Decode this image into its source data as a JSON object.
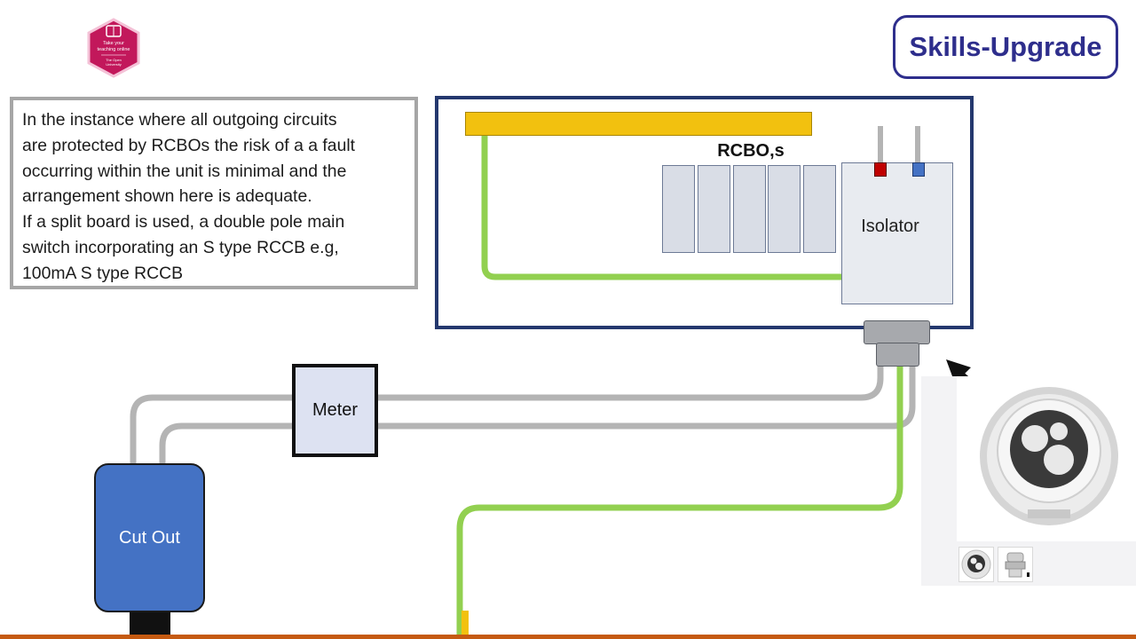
{
  "badge": {
    "line1": "Take your",
    "line2": "teaching online",
    "org1": "The Open",
    "org2": "University",
    "color": "#c2185b"
  },
  "brand": {
    "label": "Skills-Upgrade",
    "color": "#2e2e8c"
  },
  "info_text": {
    "lines": [
      "In the instance where all outgoing circuits",
      "are protected by RCBOs the risk of a a fault",
      "occurring within the unit is minimal and the",
      "arrangement  shown here is adequate.",
      "If a split board is used, a double pole main",
      "switch incorporating an S type RCCB e.g,",
      "100mA  S type RCCB"
    ]
  },
  "diagram": {
    "rcbo_label": "RCBO,s",
    "isolator_label": "Isolator",
    "meter_label": "Meter",
    "cutout_label": "Cut Out",
    "colors": {
      "enclosure": "#24386e",
      "busbar": "#f2c10f",
      "earth_cable": "#92d050",
      "tails": "#b4b4b4",
      "line_terminal": "#c00000",
      "neutral_terminal": "#4472c4",
      "cutout": "#4472c4",
      "meter_fill": "#dde2f2",
      "bottom_stripe": "#c55a11"
    }
  },
  "photo": {
    "subject": "cable-gland-photo",
    "thumbnails": [
      "gland-front-thumb",
      "gland-side-thumb"
    ]
  }
}
